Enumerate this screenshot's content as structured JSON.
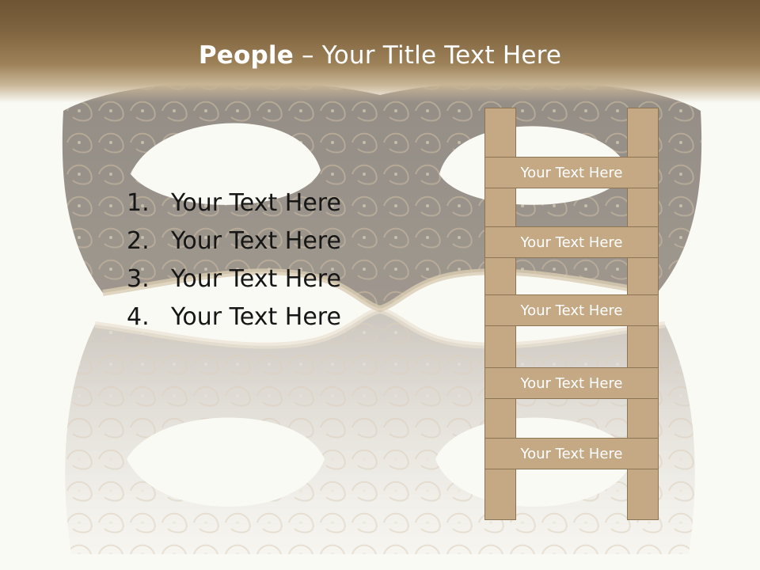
{
  "slide": {
    "title_bold": "People",
    "title_rest": " – Your Title Text Here",
    "list": [
      {
        "num": "1.",
        "text": "Your Text Here"
      },
      {
        "num": "2.",
        "text": "Your Text Here"
      },
      {
        "num": "3.",
        "text": "Your Text Here"
      },
      {
        "num": "4.",
        "text": "Your Text Here"
      }
    ],
    "ladder_rungs": [
      "Your Text Here",
      "Your Text Here",
      "Your Text Here",
      "Your Text Here",
      "Your Text Here"
    ]
  },
  "colors": {
    "title_bar": "#7f6440",
    "ladder_fill": "#c4a984",
    "ladder_border": "#8c7554",
    "title_text": "#ffffff",
    "list_text": "#161616"
  }
}
